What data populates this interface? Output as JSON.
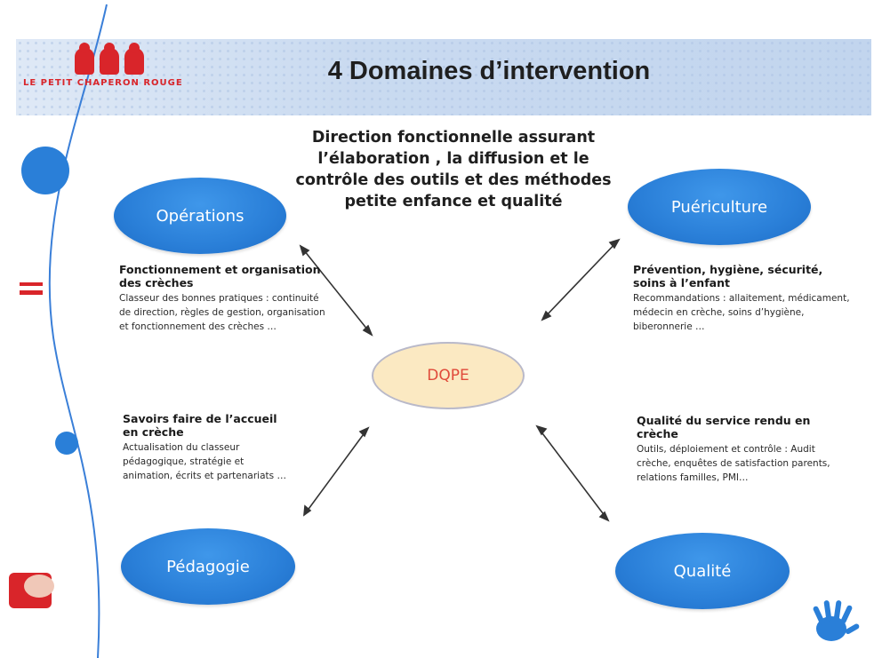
{
  "logo_text": "LE PETIT CHAPERON ROUGE",
  "title": "4 Domaines d’intervention",
  "headline": "Direction fonctionnelle assurant l’élaboration , la diffusion et le contrôle des outils et des méthodes petite enfance et qualité",
  "center": "DQPE",
  "domains": {
    "operations": {
      "label": "Opérations",
      "heading": "Fonctionnement et organisation des crèches",
      "body": "Classeur des bonnes pratiques : continuité de direction, règles de gestion, organisation et fonctionnement des crèches …"
    },
    "puericulture": {
      "label": "Puériculture",
      "heading": "Prévention, hygiène, sécurité, soins à l’enfant",
      "body": "Recommandations : allaitement, médicament, médecin en crèche, soins d’hygiène, biberonnerie …"
    },
    "pedagogie": {
      "label": "Pédagogie",
      "heading": "Savoirs faire de l’accueil en crèche",
      "body": "Actualisation du classeur pédagogique, stratégie et animation, écrits et partenariats …"
    },
    "qualite": {
      "label": "Qualité",
      "heading": "Qualité du service rendu en crèche",
      "body": "Outils, déploiement et contrôle : Audit crèche, enquêtes de satisfaction parents, relations familles, PMI…"
    }
  },
  "colors": {
    "accent_blue": "#2a7fd8",
    "center_fill": "#fbe9c2",
    "center_text": "#e04a3a",
    "logo_red": "#d9252a"
  }
}
